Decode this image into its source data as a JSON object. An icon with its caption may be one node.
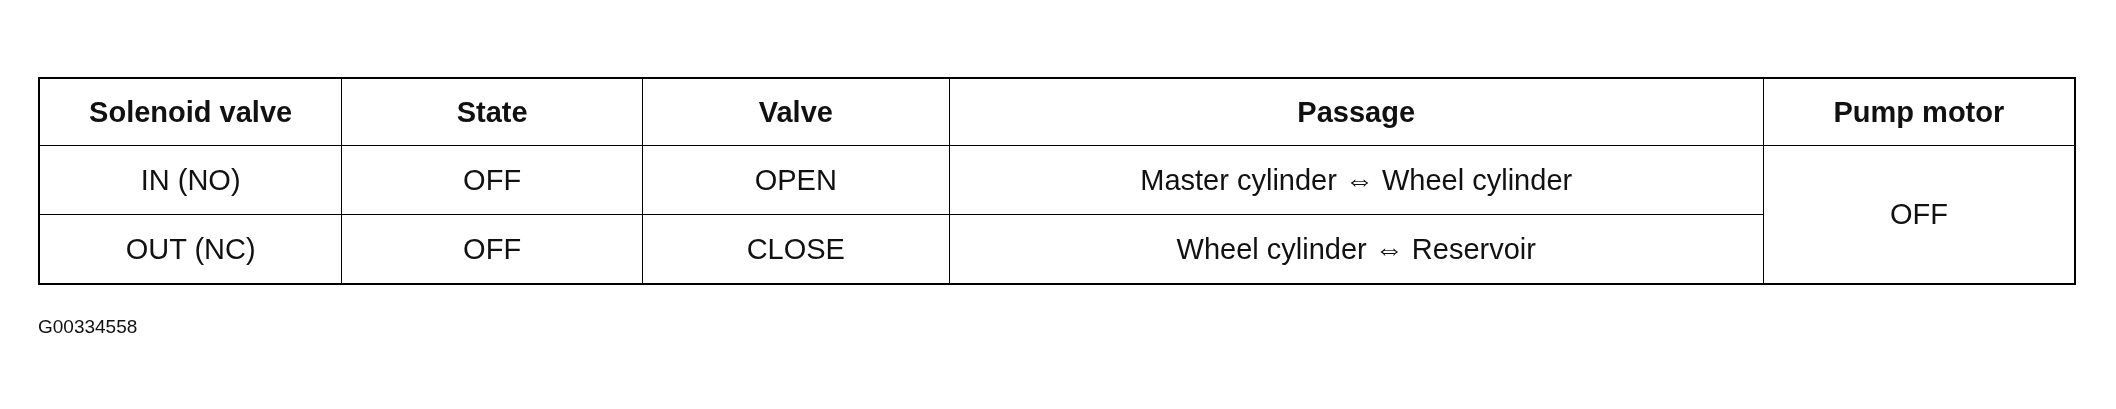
{
  "diagram": {
    "labels": [
      "Solenoid valve",
      "State",
      "Valve",
      "Passage",
      "Pump motor",
      "IN (NO)",
      "OFF",
      "OPEN",
      "Master cylinder ⇔ Wheel cylinder",
      "OFF",
      "OUT (NC)",
      "OFF",
      "CLOSE",
      "Wheel cylinder ⇔ Reservoir",
      "G00334558"
    ]
  }
}
